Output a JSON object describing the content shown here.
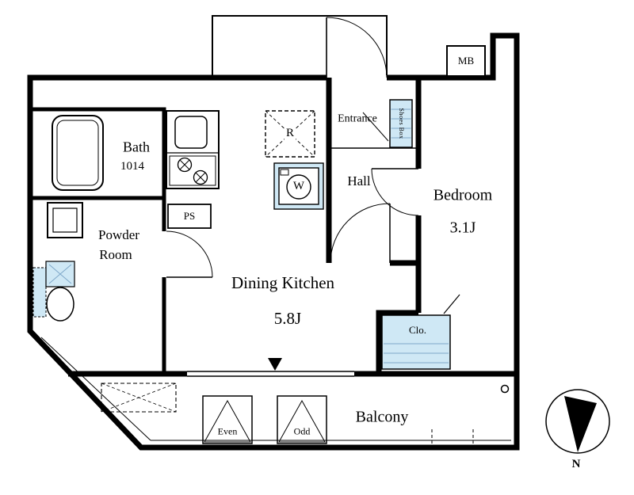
{
  "rooms": {
    "bath": {
      "name": "Bath",
      "size": "1014"
    },
    "powder_room": {
      "line1": "Powder",
      "line2": "Room"
    },
    "dining_kitchen": {
      "name": "Dining Kitchen",
      "size": "5.8J"
    },
    "bedroom": {
      "name": "Bedroom",
      "size": "3.1J"
    },
    "hall": {
      "name": "Hall"
    },
    "entrance": {
      "name": "Entrance"
    },
    "balcony": {
      "name": "Balcony"
    }
  },
  "labels": {
    "ps": "PS",
    "refrigerator": "R",
    "washer": "W",
    "meter_box": "MB",
    "shoes_box": "Shoes Box",
    "closet": "Clo.",
    "hatch_even": "Even",
    "hatch_odd": "Odd",
    "north": "N"
  },
  "colors": {
    "wall": "#000000",
    "fixture_fill": "#cfe8f5",
    "fixture_stripe": "#7fa8c9",
    "background": "#ffffff"
  }
}
